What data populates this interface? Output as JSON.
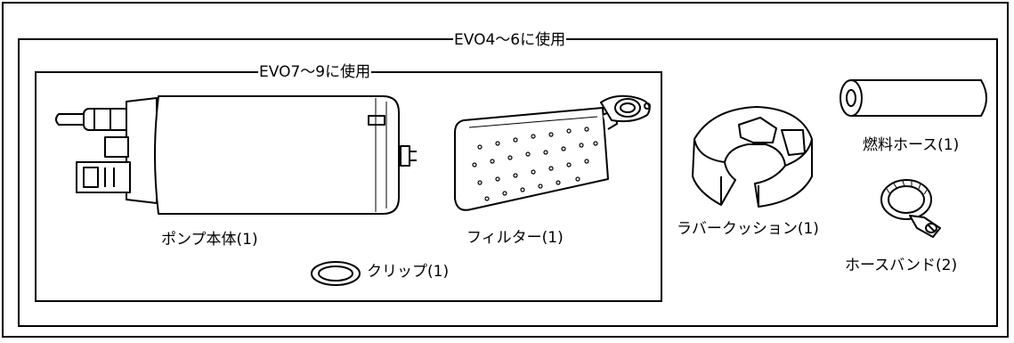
{
  "groups": {
    "evo4_6": "EVO4～6に使用",
    "evo7_9": "EVO7～9に使用"
  },
  "parts": {
    "pump_body": "ポンプ本体(1)",
    "filter": "フィルター(1)",
    "clip": "クリップ(1)",
    "rubber_cushion": "ラバークッション(1)",
    "fuel_hose": "燃料ホース(1)",
    "hose_band": "ホースバンド(2)"
  }
}
